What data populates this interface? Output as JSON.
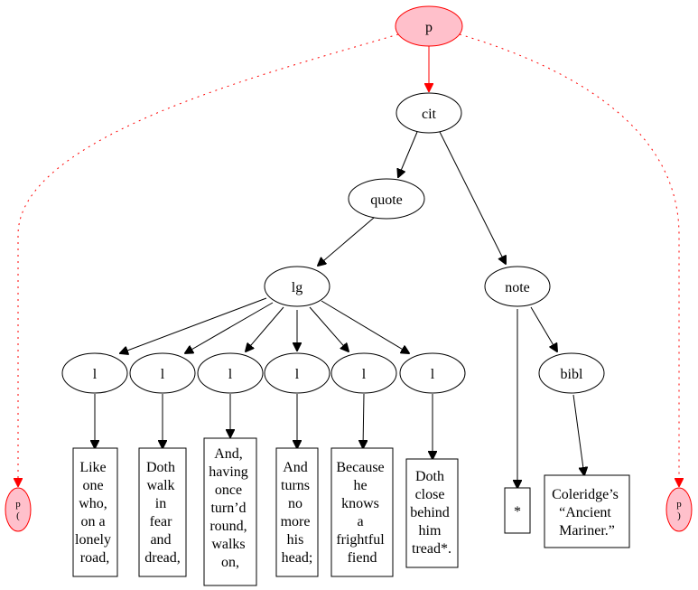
{
  "root": {
    "label": "p"
  },
  "cit": {
    "label": "cit"
  },
  "quote": {
    "label": "quote"
  },
  "lg": {
    "label": "lg"
  },
  "note": {
    "label": "note"
  },
  "bibl": {
    "label": "bibl"
  },
  "lines": [
    {
      "label": "l",
      "text": [
        "Like",
        "one",
        "who,",
        "on a",
        "lonely",
        "road,"
      ]
    },
    {
      "label": "l",
      "text": [
        "Doth",
        "walk",
        "in",
        "fear",
        "and",
        "dread,"
      ]
    },
    {
      "label": "l",
      "text": [
        "And,",
        "having",
        "once",
        "turn’d",
        "round,",
        "walks",
        "on,"
      ]
    },
    {
      "label": "l",
      "text": [
        "And",
        "turns",
        "no",
        "more",
        "his",
        "head;"
      ]
    },
    {
      "label": "l",
      "text": [
        "Because",
        "he",
        "knows",
        "a",
        "frightful",
        "fiend"
      ]
    },
    {
      "label": "l",
      "text": [
        "Doth",
        "close",
        "behind",
        "him",
        "tread*."
      ]
    }
  ],
  "note_text": {
    "text": [
      "*"
    ]
  },
  "bibl_text": {
    "text": [
      "Coleridge’s",
      "“Ancient",
      "Mariner.”"
    ]
  },
  "left_marker": {
    "line1": "p",
    "line2": "("
  },
  "right_marker": {
    "line1": "p",
    "line2": ")"
  }
}
